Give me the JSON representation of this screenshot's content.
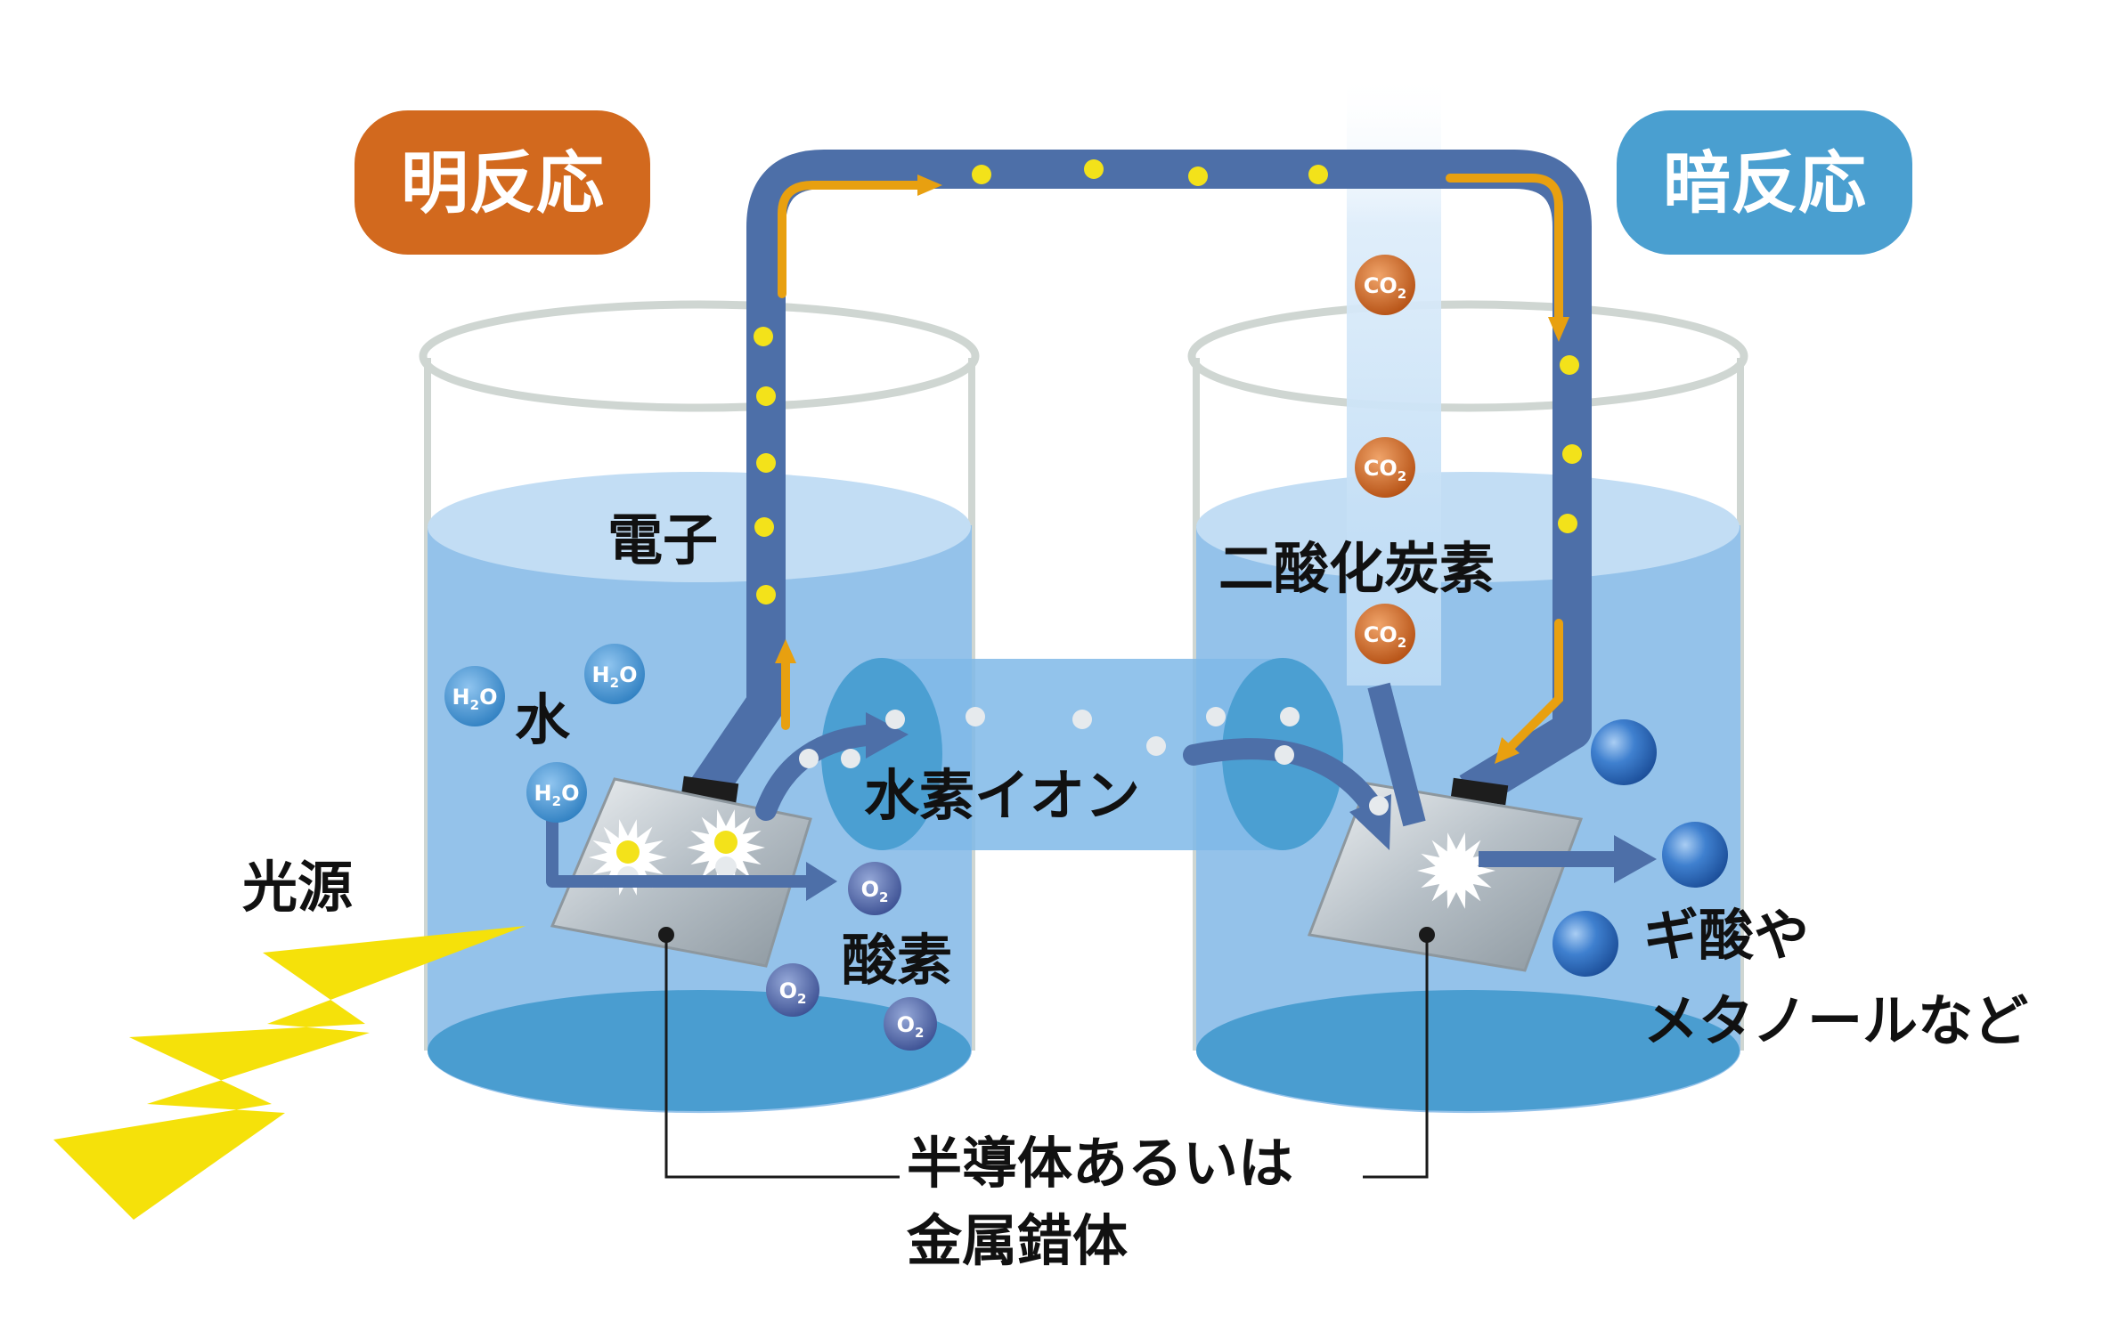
{
  "badges": {
    "light": {
      "text": "明反応"
    },
    "dark": {
      "text": "暗反応"
    }
  },
  "labels": {
    "electron": "電子",
    "co2": "二酸化炭素",
    "water": "水",
    "hydrogen_ion": "水素イオン",
    "light_source": "光源",
    "oxygen": "酸素",
    "product_line1": "ギ酸や",
    "product_line2": "メタノールなど",
    "catalyst_line1": "半導体あるいは",
    "catalyst_line2": "金属錯体"
  },
  "molecules": {
    "h2o": {
      "main": "H",
      "sub": "2",
      "tail": "O"
    },
    "o2": {
      "main": "O",
      "sub": "2",
      "tail": ""
    },
    "co2": {
      "main": "CO",
      "sub": "2",
      "tail": ""
    }
  },
  "colors": {
    "light_badge": "#d2691e",
    "dark_badge": "#4a9fd0",
    "pipe": "#4d6fa8",
    "arrow_orange": "#e8a010",
    "electron_dot": "#f3e21a",
    "water_light": "#b7d6f1",
    "water": "#8fbde8",
    "water_deep": "#4c9dd0",
    "bolt": "#f5e10a",
    "co2_ball": "#d2691e",
    "o2_ball": "#5a73b0",
    "h2o_ball": "#4a95d0",
    "product_ball": "#2f6fc0"
  }
}
